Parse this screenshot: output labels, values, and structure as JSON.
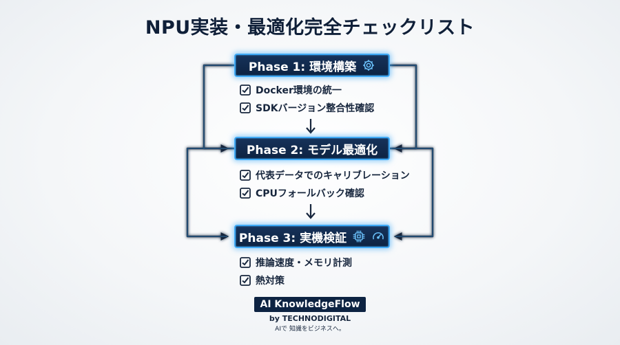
{
  "title": "NPU実装・最適化完全チェックリスト",
  "phases": [
    {
      "label": "Phase 1: 環境構築",
      "icon": "gear-icon",
      "items": [
        "Docker環境の統一",
        "SDKバージョン整合性確認"
      ]
    },
    {
      "label": "Phase 2: モデル最適化",
      "icon": "",
      "items": [
        "代表データでのキャリブレーション",
        "CPUフォールバック確認"
      ]
    },
    {
      "label": "Phase 3: 実機検証",
      "icon": "chip-gauge-icon",
      "items": [
        "推論速度・メモリ計測",
        "熱対策"
      ]
    }
  ],
  "brand": {
    "name": "AI KnowledgeFlow",
    "by": "by TECHNODIGITAL",
    "tagline": "AIで 知識をビジネスへ。"
  },
  "colors": {
    "navy": "#0d2342",
    "glow": "#3fa9f5",
    "text": "#17263d"
  }
}
